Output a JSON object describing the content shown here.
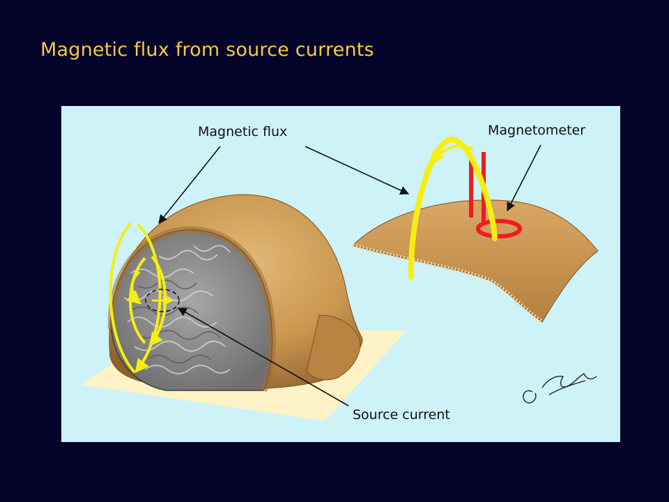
{
  "slide": {
    "title": "Magnetic flux from source currents"
  },
  "diagram": {
    "labels": {
      "magnetic_flux": "Magnetic flux",
      "magnetometer": "Magnetometer",
      "source_current": "Source current"
    },
    "colors": {
      "slide_background": "#04042a",
      "title_text": "#f8c94a",
      "panel_background": "#cdf2f8",
      "skull": "#c9964f",
      "brain": "#8f8f8f",
      "flux_lines": "#f6ee10",
      "magnetometer_coil": "#ee1c1c",
      "base_plane": "#fdf3c6"
    },
    "icons": [
      "signature-mark"
    ]
  }
}
